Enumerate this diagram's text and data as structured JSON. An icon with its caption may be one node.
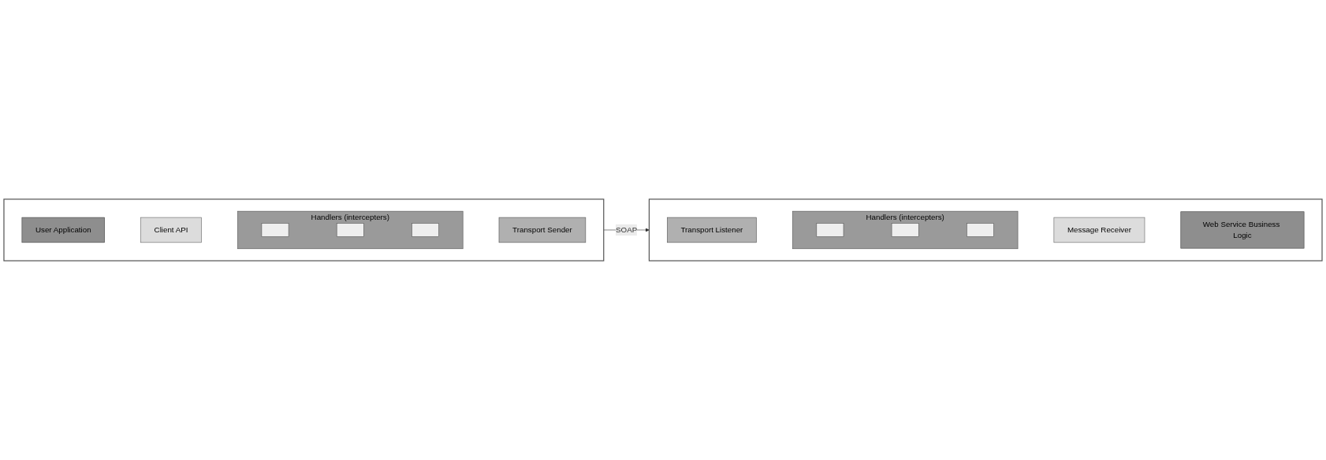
{
  "diagram": {
    "nodes": [
      {
        "text": [],
        "shape": "box"
      },
      {
        "text": [
          "User Application"
        ],
        "in": 0
      },
      {
        "text": [
          "Client API"
        ],
        "in": 0
      },
      {
        "text": [
          "Handlers (intercepters)"
        ],
        "in": 0
      },
      {
        "text": [],
        "shape": "box",
        "in": 3
      },
      {
        "text": [],
        "shape": "box",
        "in": 3
      },
      {
        "text": [],
        "shape": "box",
        "in": 3
      },
      {
        "text": [
          "Transport Sender"
        ],
        "in": 0
      },
      {
        "text": [],
        "shape": "box"
      },
      {
        "text": [
          "Transport Listener"
        ],
        "in": 8
      },
      {
        "text": [
          "Handlers (intercepters)"
        ],
        "in": 8
      },
      {
        "text": [],
        "shape": "box",
        "in": 10
      },
      {
        "text": [],
        "shape": "box",
        "in": 10
      },
      {
        "text": [],
        "shape": "box",
        "in": 10
      },
      {
        "text": [
          "Message Receiver"
        ],
        "in": 8
      },
      {
        "text": [
          "Web Service Business Logic"
        ],
        "in": 8
      }
    ],
    "edges": [
      {
        "from": 0,
        "to": 8,
        "arrow": "to",
        "label": "SOAP"
      }
    ]
  }
}
